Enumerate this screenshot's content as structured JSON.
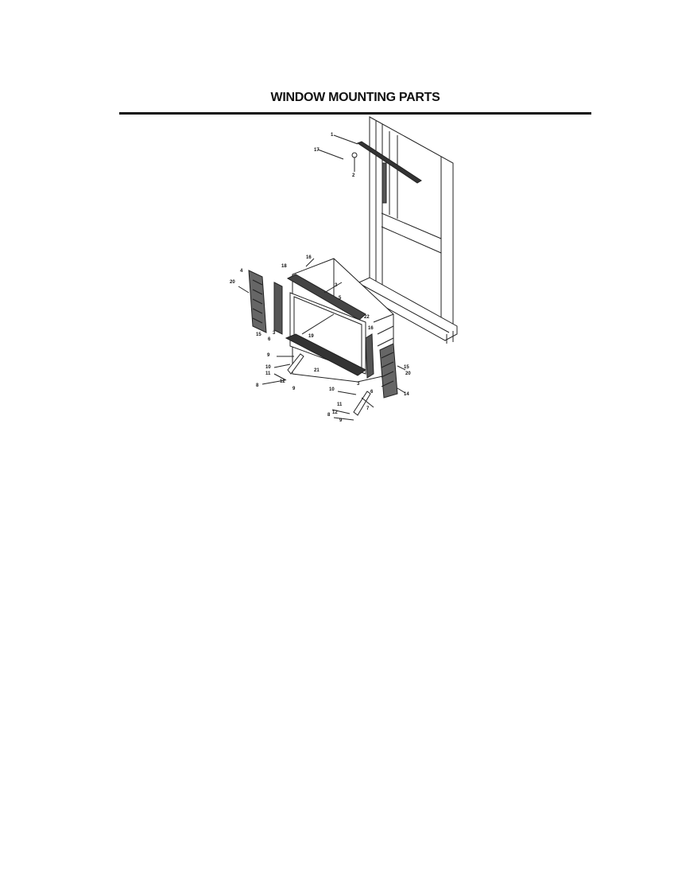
{
  "title": "WINDOW MOUNTING PARTS",
  "callouts": [
    "1",
    "17",
    "2",
    "16",
    "18",
    "4",
    "20",
    "3",
    "5",
    "6",
    "3",
    "15",
    "19",
    "9",
    "21",
    "10",
    "11",
    "12",
    "8",
    "9",
    "15",
    "20",
    "14",
    "16",
    "7",
    "11",
    "12",
    "10",
    "8",
    "9",
    "3",
    "6",
    "22"
  ]
}
